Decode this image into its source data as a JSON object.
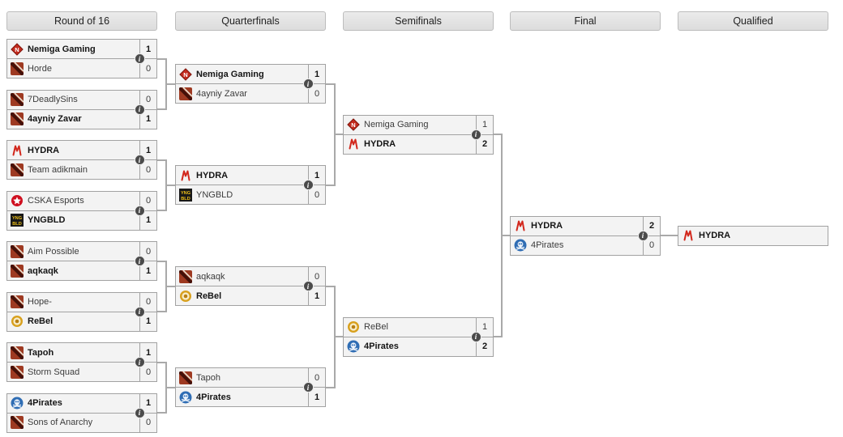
{
  "headers": [
    "Round of 16",
    "Quarterfinals",
    "Semifinals",
    "Final",
    "Qualified"
  ],
  "info_icon_label": "i",
  "colors": {
    "row_bg": "#f3f3f3",
    "row_border": "#a2a2a2",
    "connector_line": "#a9a9a9",
    "winner_text": "#151515",
    "loser_text": "#3c3c3c"
  },
  "rounds": [
    {
      "matches": [
        {
          "top": {
            "name": "Nemiga Gaming",
            "score": "1",
            "winner": true,
            "icon": "nemiga-logo"
          },
          "bottom": {
            "name": "Horde",
            "score": "0",
            "winner": false,
            "icon": "dota-logo"
          }
        },
        {
          "top": {
            "name": "7DeadlySins",
            "score": "0",
            "winner": false,
            "icon": "dota-logo"
          },
          "bottom": {
            "name": "4ayniy Zavar",
            "score": "1",
            "winner": true,
            "icon": "dota-logo"
          }
        },
        {
          "top": {
            "name": "HYDRA",
            "score": "1",
            "winner": true,
            "icon": "hydra-logo"
          },
          "bottom": {
            "name": "Team adikmain",
            "score": "0",
            "winner": false,
            "icon": "dota-logo"
          }
        },
        {
          "top": {
            "name": "CSKA Esports",
            "score": "0",
            "winner": false,
            "icon": "cska-logo"
          },
          "bottom": {
            "name": "YNGBLD",
            "score": "1",
            "winner": true,
            "icon": "yngbld-logo"
          }
        },
        {
          "top": {
            "name": "Aim Possible",
            "score": "0",
            "winner": false,
            "icon": "dota-logo"
          },
          "bottom": {
            "name": "aqkaqk",
            "score": "1",
            "winner": true,
            "icon": "dota-logo"
          }
        },
        {
          "top": {
            "name": "Hope-",
            "score": "0",
            "winner": false,
            "icon": "dota-logo"
          },
          "bottom": {
            "name": "ReBel",
            "score": "1",
            "winner": true,
            "icon": "rebel-logo"
          }
        },
        {
          "top": {
            "name": "Tapoh",
            "score": "1",
            "winner": true,
            "icon": "dota-logo"
          },
          "bottom": {
            "name": "Storm Squad",
            "score": "0",
            "winner": false,
            "icon": "dota-logo"
          }
        },
        {
          "top": {
            "name": "4Pirates",
            "score": "1",
            "winner": true,
            "icon": "4pirates-logo"
          },
          "bottom": {
            "name": "Sons of Anarchy",
            "score": "0",
            "winner": false,
            "icon": "dota-logo"
          }
        }
      ]
    },
    {
      "matches": [
        {
          "top": {
            "name": "Nemiga Gaming",
            "score": "1",
            "winner": true,
            "icon": "nemiga-logo"
          },
          "bottom": {
            "name": "4ayniy Zavar",
            "score": "0",
            "winner": false,
            "icon": "dota-logo"
          }
        },
        {
          "top": {
            "name": "HYDRA",
            "score": "1",
            "winner": true,
            "icon": "hydra-logo"
          },
          "bottom": {
            "name": "YNGBLD",
            "score": "0",
            "winner": false,
            "icon": "yngbld-logo"
          }
        },
        {
          "top": {
            "name": "aqkaqk",
            "score": "0",
            "winner": false,
            "icon": "dota-logo"
          },
          "bottom": {
            "name": "ReBel",
            "score": "1",
            "winner": true,
            "icon": "rebel-logo"
          }
        },
        {
          "top": {
            "name": "Tapoh",
            "score": "0",
            "winner": false,
            "icon": "dota-logo"
          },
          "bottom": {
            "name": "4Pirates",
            "score": "1",
            "winner": true,
            "icon": "4pirates-logo"
          }
        }
      ]
    },
    {
      "matches": [
        {
          "top": {
            "name": "Nemiga Gaming",
            "score": "1",
            "winner": false,
            "icon": "nemiga-logo"
          },
          "bottom": {
            "name": "HYDRA",
            "score": "2",
            "winner": true,
            "icon": "hydra-logo"
          }
        },
        {
          "top": {
            "name": "ReBel",
            "score": "1",
            "winner": false,
            "icon": "rebel-logo"
          },
          "bottom": {
            "name": "4Pirates",
            "score": "2",
            "winner": true,
            "icon": "4pirates-logo"
          }
        }
      ]
    },
    {
      "matches": [
        {
          "top": {
            "name": "HYDRA",
            "score": "2",
            "winner": true,
            "icon": "hydra-logo"
          },
          "bottom": {
            "name": "4Pirates",
            "score": "0",
            "winner": false,
            "icon": "4pirates-logo"
          }
        }
      ]
    }
  ],
  "qualified": {
    "name": "HYDRA",
    "winner": true,
    "icon": "hydra-logo"
  }
}
